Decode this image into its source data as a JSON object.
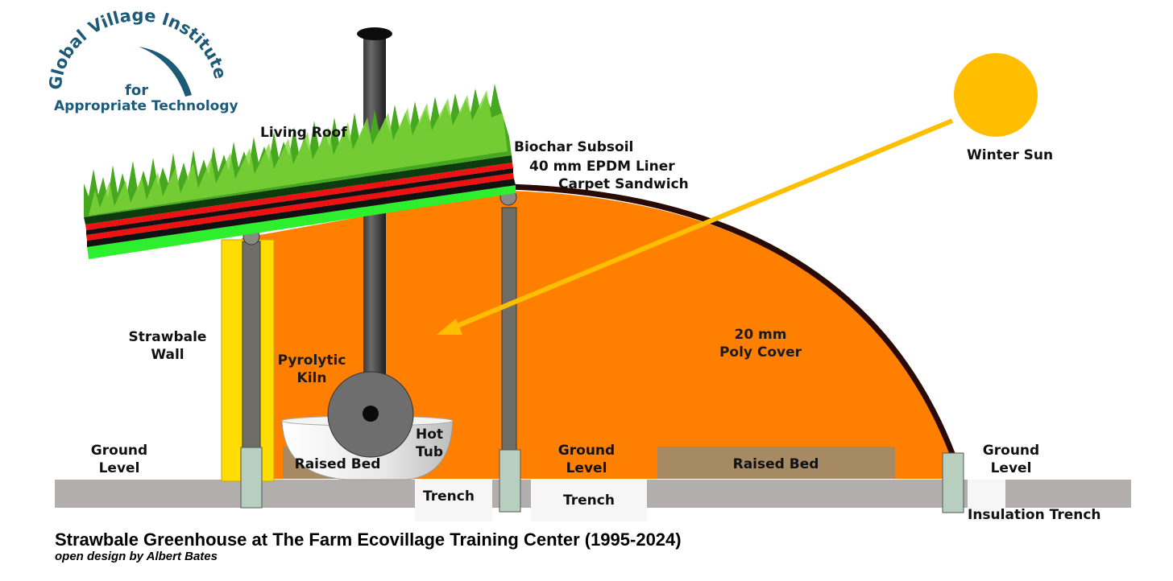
{
  "logo": {
    "arc_text": "Global Village Institute",
    "for_text": "for",
    "bottom_text": "Appropriate Technology"
  },
  "labels": {
    "living_roof": "Living Roof",
    "biochar_subsoil": "Biochar Subsoil",
    "epdm_liner": "40 mm EPDM Liner",
    "carpet_sandwich": "Carpet Sandwich",
    "winter_sun": "Winter Sun",
    "strawbale_wall_1": "Strawbale",
    "strawbale_wall_2": "Wall",
    "pyrolytic_kiln_1": "Pyrolytic",
    "pyrolytic_kiln_2": "Kiln",
    "hot_tub_1": "Hot",
    "hot_tub_2": "Tub",
    "poly_cover_1": "20 mm",
    "poly_cover_2": "Poly Cover",
    "ground_level_left_1": "Ground",
    "ground_level_left_2": "Level",
    "ground_level_mid_1": "Ground",
    "ground_level_mid_2": "Level",
    "ground_level_right_1": "Ground",
    "ground_level_right_2": "Level",
    "raised_bed_left": "Raised Bed",
    "raised_bed_right": "Raised Bed",
    "trench_left": "Trench",
    "trench_mid": "Trench",
    "insulation_trench": "Insulation Trench"
  },
  "caption": {
    "title": "Strawbale Greenhouse at The Farm Ecovillage Training Center (1995-2024)",
    "subtitle": "open design by Albert Bates"
  },
  "colors": {
    "greenhouse_fill": "#ff7f00",
    "sun": "#ffbf00",
    "ground": "#b3aeae",
    "strawbale": "#ffdd00",
    "raised_bed": "#a68a64",
    "post": "#6e6e66",
    "footing": "#b8cfbf",
    "roof_green": "#2eef2e",
    "roof_red": "#ee1111",
    "roof_dark": "#0d3b0d",
    "poly_arc": "#2a0a04",
    "logo_blue": "#1c5a78"
  }
}
